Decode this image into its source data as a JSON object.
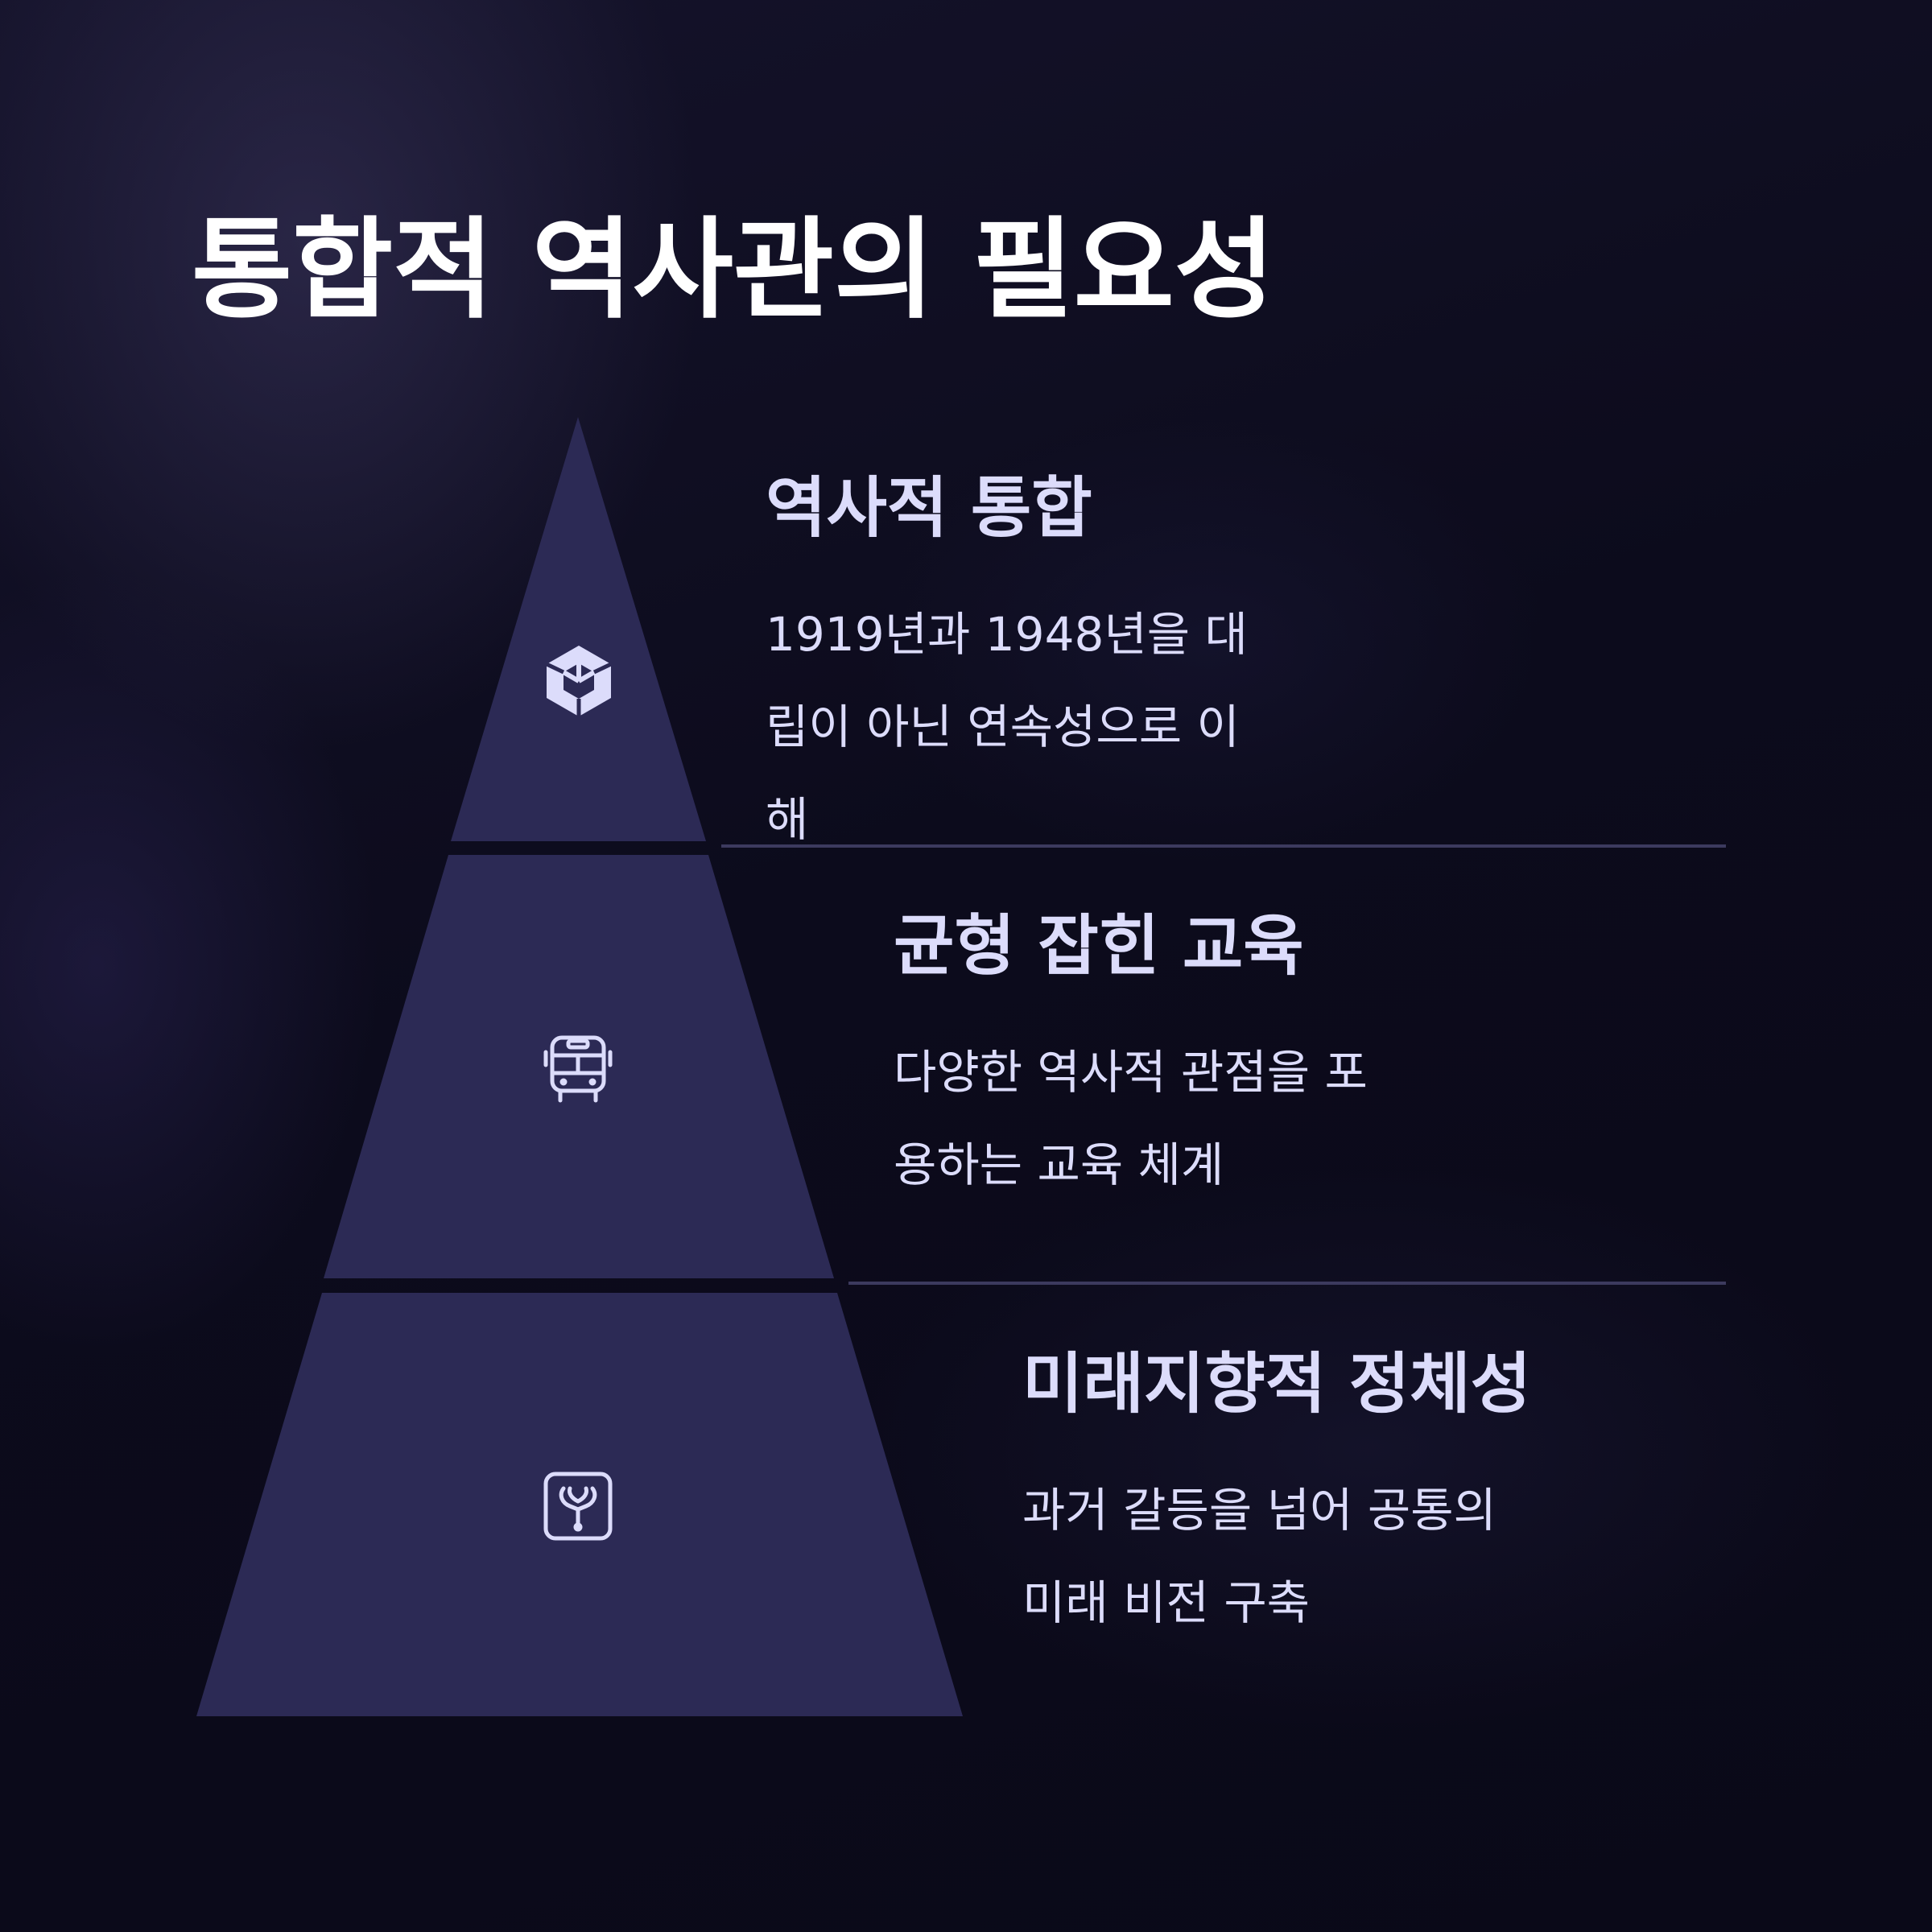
{
  "page": {
    "title": "통합적 역사관의 필요성"
  },
  "colors": {
    "background": "#0b0a1a",
    "pyramid_fill": "#2c2a55",
    "text_light": "#dcdcfb",
    "divider": "#3c3a5e"
  },
  "tiers": [
    {
      "heading": "역사적 통합",
      "description": "1919년과 1948년을 대립이 아닌 연속성으로 이해",
      "icon": "cube-icon"
    },
    {
      "heading": "균형 잡힌 교육",
      "description": "다양한 역사적 관점을 포용하는 교육 체계",
      "icon": "bus-icon"
    },
    {
      "heading": "미래지향적 정체성",
      "description": "과거 갈등을 넘어 공통의 미래 비전 구축",
      "icon": "merge-icon"
    }
  ]
}
